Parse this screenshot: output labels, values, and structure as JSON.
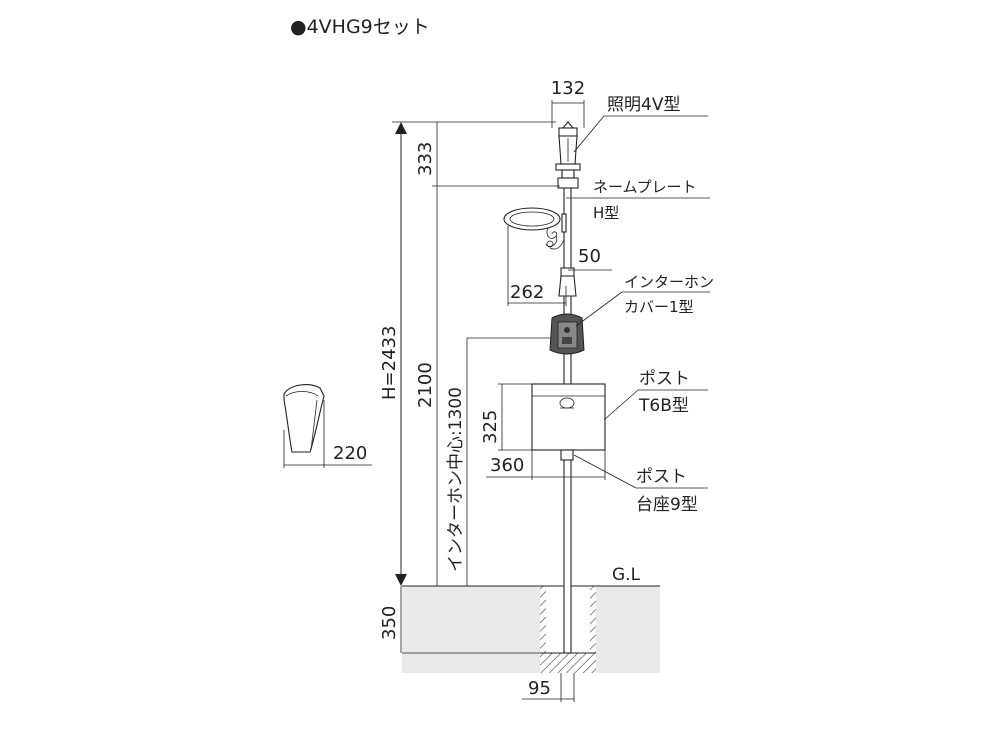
{
  "header": {
    "title": "●4VHG9セット"
  },
  "labels": {
    "lighting": "照明4V型",
    "name_plate": "ネームプレート",
    "name_plate_type": "H型",
    "intercom": "インターホン",
    "intercom_cover": "カバー1型",
    "post": "ポスト",
    "post_type": "T6B型",
    "post2": "ポスト",
    "post_base": "台座9型",
    "ground": "G.L"
  },
  "dimensions": {
    "d132": "132",
    "d333": "333",
    "d50": "50",
    "d262": "262",
    "d325": "325",
    "d360": "360",
    "d220": "220",
    "total_height": "H=2433",
    "d2100": "2100",
    "intercom_center": "インターホン中心:1300",
    "d350": "350",
    "d95": "95"
  }
}
